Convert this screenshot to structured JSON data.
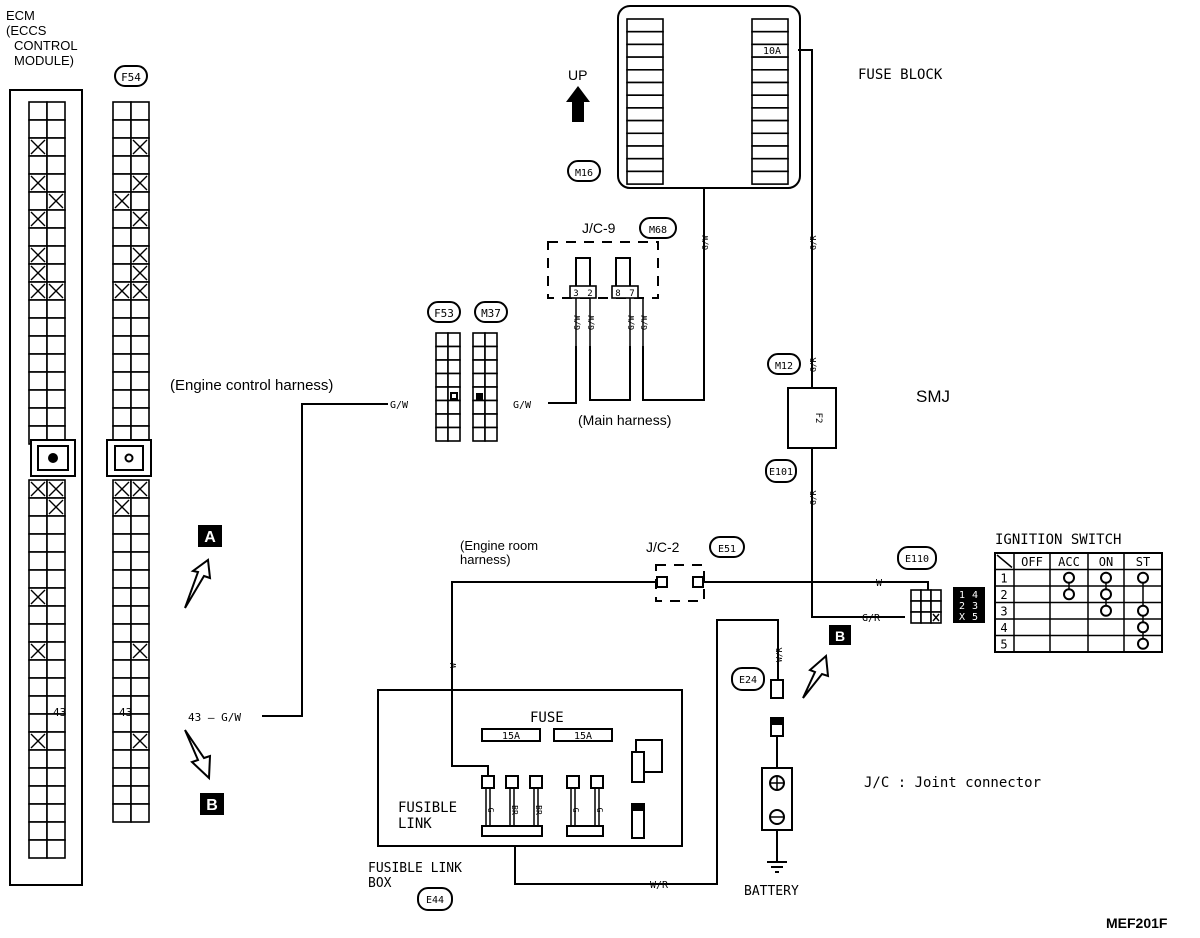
{
  "diagram": {
    "figure_id": "MEF201F",
    "ecm": {
      "title_line1": "ECM",
      "title_line2": "(ECCS",
      "title_line3": "CONTROL",
      "title_line4": "MODULE)",
      "pin_label": "43"
    },
    "connectors": {
      "f54": "F54",
      "f53": "F53",
      "m37": "M37",
      "m16": "M16",
      "m68": "M68",
      "m12": "M12",
      "e101": "E101",
      "e51": "E51",
      "e110": "E110",
      "e24": "E24",
      "e44": "E44"
    },
    "f54_pin_label": "43",
    "fuse_block": {
      "label": "FUSE BLOCK",
      "fuse_rating": "10A",
      "up_label": "UP"
    },
    "jc9": {
      "label": "J/C-9",
      "pins": [
        "3",
        "2",
        "8",
        "7"
      ]
    },
    "jc2": {
      "label": "J/C-2"
    },
    "smj": {
      "label": "SMJ",
      "pin": "F2"
    },
    "harness": {
      "engine_control": "(Engine control harness)",
      "main": "(Main harness)",
      "engine_room_line1": "(Engine room",
      "engine_room_line2": " harness)"
    },
    "wires": {
      "gw": "G/W",
      "gr": "G/R",
      "w": "W",
      "wr": "W/R",
      "ecm_out": "43 — G/W"
    },
    "refs": {
      "a": "A",
      "b": "B"
    },
    "fusible_link_box": {
      "fuse_label": "FUSE",
      "fuse1": "15A",
      "fuse2": "15A",
      "fusible_link_line1": "FUSIBLE",
      "fusible_link_line2": "LINK",
      "box_label_line1": "FUSIBLE LINK",
      "box_label_line2": "BOX",
      "link_colors": [
        "G",
        "BR",
        "BR",
        "G",
        "G"
      ]
    },
    "battery": {
      "label": "BATTERY"
    },
    "ignition_switch": {
      "title": "IGNITION SWITCH",
      "columns": [
        "OFF",
        "ACC",
        "ON",
        "ST"
      ],
      "rows": [
        "1",
        "2",
        "3",
        "4",
        "5"
      ],
      "contacts": {
        "ACC": [
          "1",
          "2"
        ],
        "ON": [
          "1",
          "2",
          "3"
        ],
        "ST": [
          "1",
          "3",
          "4",
          "5"
        ]
      },
      "connector_pins": [
        "1",
        "4",
        "2",
        "3",
        "X",
        "5"
      ]
    },
    "legend": {
      "jc": "J/C : Joint connector"
    }
  }
}
